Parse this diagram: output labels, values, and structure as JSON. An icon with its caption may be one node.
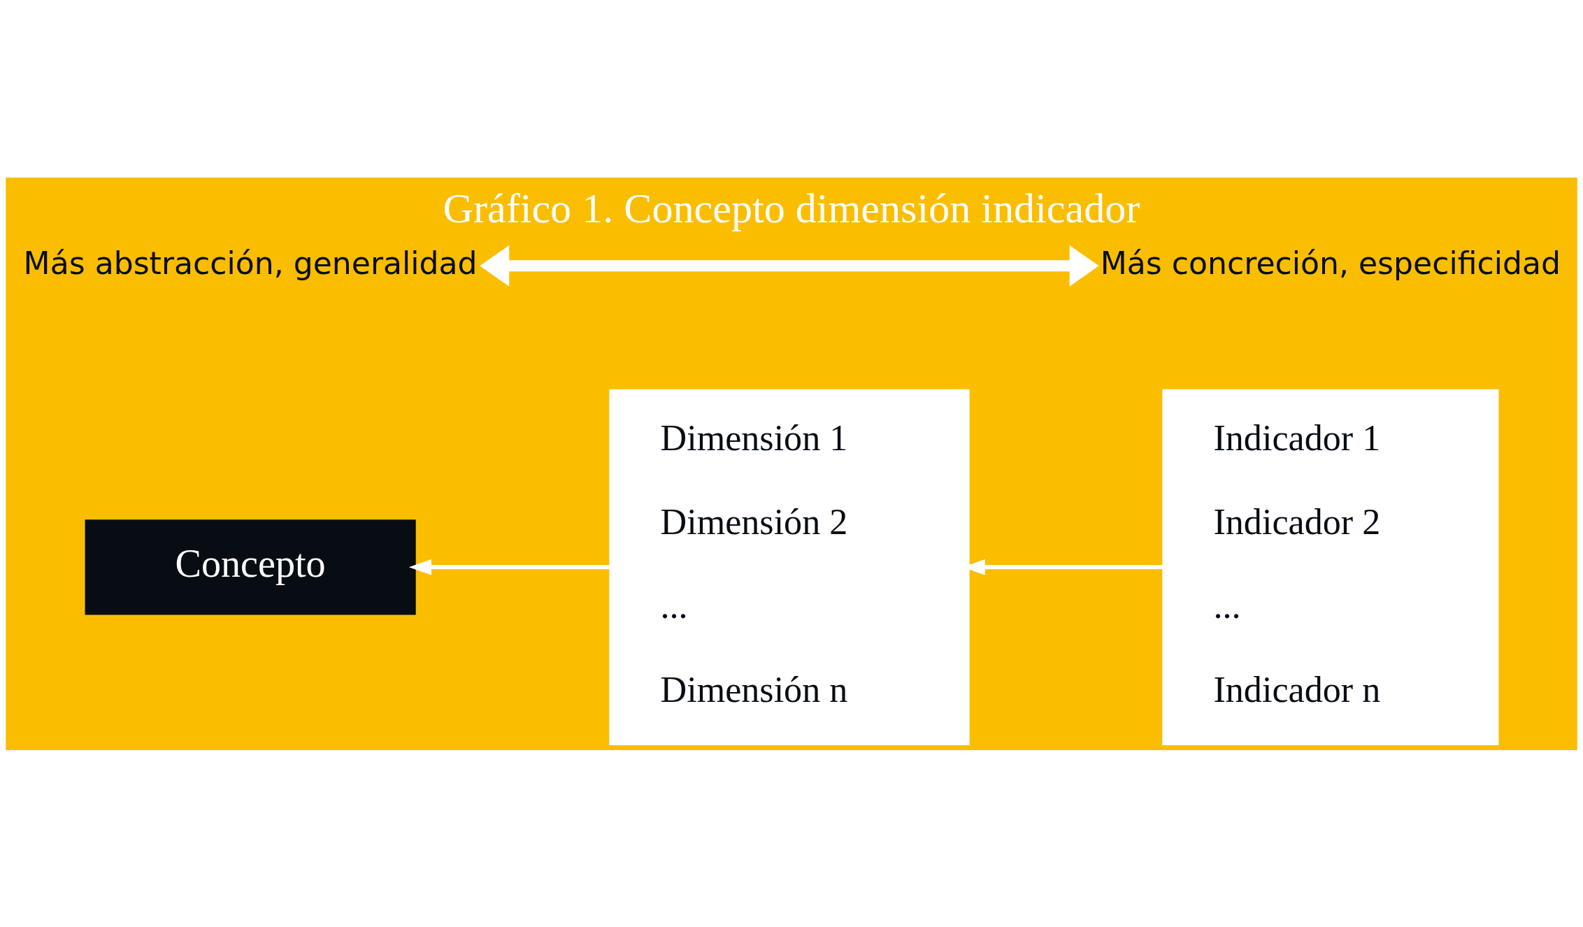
{
  "diagram": {
    "title": "Gráfico 1. Concepto dimensión indicador",
    "nodes": [
      {
        "text": [
          "Concepto"
        ]
      },
      {
        "text": [
          "Dimensión 1",
          "Dimensión 2",
          "...",
          "Dimensión n"
        ]
      },
      {
        "text": [
          "Indicador 1",
          "Indicador 2",
          "...",
          "Indicador n"
        ]
      },
      {
        "text": [
          "Más abstracción, generalidad"
        ]
      },
      {
        "text": [
          "Más concreción, especificidad"
        ]
      }
    ],
    "edges": [
      {
        "from": 1,
        "to": 0,
        "arrow": "to",
        "color": "#ffffff"
      },
      {
        "from": 2,
        "to": 1,
        "arrow": "to",
        "color": "#ffffff"
      },
      {
        "from": 3,
        "to": 4,
        "arrow": "both",
        "style": "thick",
        "color": "#ffffff"
      }
    ]
  }
}
